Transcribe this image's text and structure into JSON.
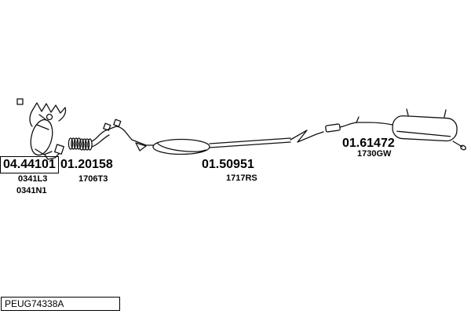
{
  "parts": [
    {
      "number": "04.44101",
      "code1": "0341L3",
      "code2": "0341N1"
    },
    {
      "number": "01.20158",
      "code1": "1706T3"
    },
    {
      "number": "01.50951",
      "code1": "1717RS"
    },
    {
      "number": "01.61472",
      "code1": "1730GW"
    }
  ],
  "reference": {
    "id": "PEUG74338A"
  }
}
